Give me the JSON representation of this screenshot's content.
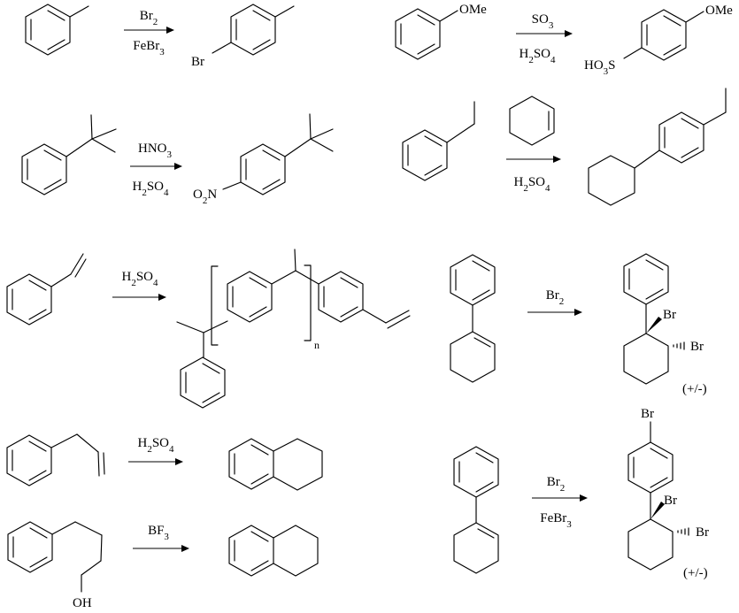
{
  "reactions": [
    {
      "reagent_above": "Br2",
      "reagent_below": "FeBr3",
      "product_labels": [
        "Br"
      ]
    },
    {
      "reactant_labels": [
        "OMe"
      ],
      "reagent_above": "SO3",
      "reagent_below": "H2SO4",
      "product_labels": [
        "OMe",
        "HO3S"
      ]
    },
    {
      "reagent_above": "HNO3",
      "reagent_below": "H2SO4",
      "product_labels": [
        "O2N"
      ]
    },
    {
      "reagent_below": "H2SO4"
    },
    {
      "reagent_above": "H2SO4",
      "product_labels": [
        "n"
      ]
    },
    {
      "reagent_above": "Br2",
      "product_labels": [
        "Br",
        "Br",
        "(+/-)"
      ]
    },
    {
      "reagent_above": "H2SO4"
    },
    {
      "reactant_labels": [
        "OH"
      ],
      "reagent_above": "BF3"
    },
    {
      "reagent_above": "Br2",
      "reagent_below": "FeBr3",
      "product_labels": [
        "Br",
        "Br",
        "Br",
        "(+/-)"
      ]
    }
  ]
}
